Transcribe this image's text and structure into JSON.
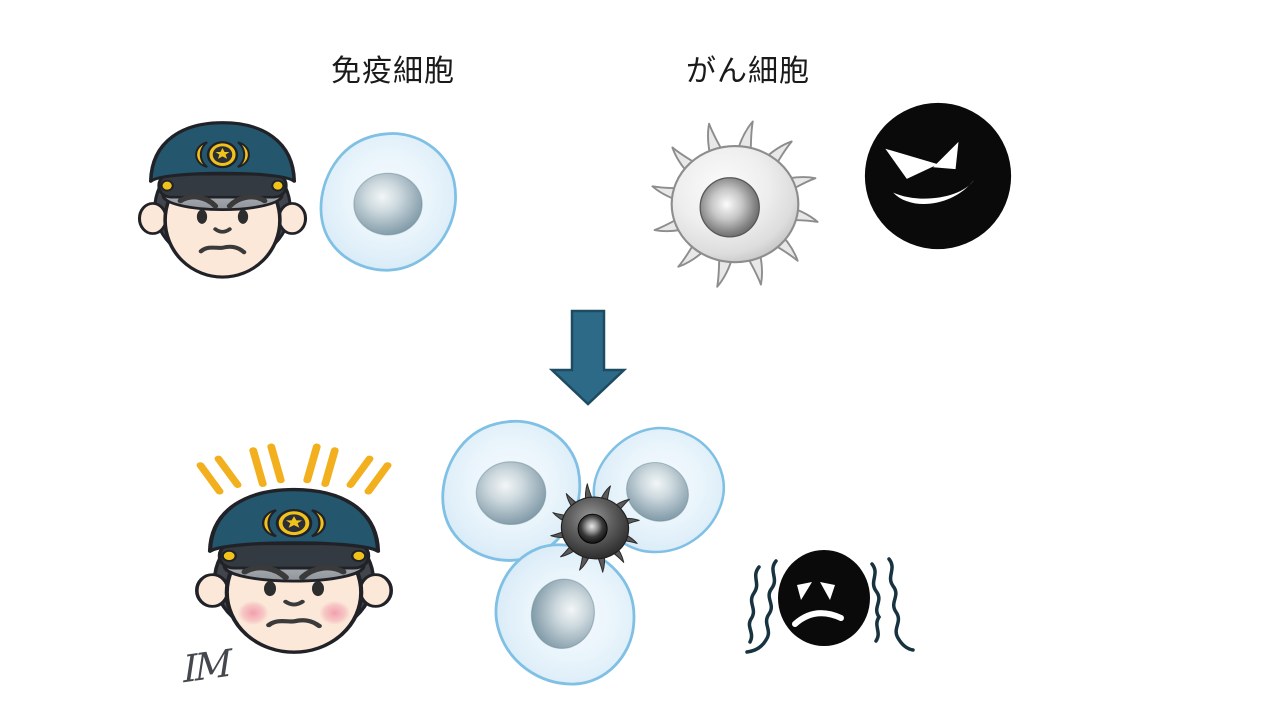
{
  "scene": {
    "top_left": {
      "label": "免疫細胞"
    },
    "top_right": {
      "label": "がん細胞"
    },
    "signature": "IM"
  },
  "icons": {
    "top_left": [
      "police-officer-face-icon",
      "immune-cell-icon"
    ],
    "top_right": [
      "spiky-cancer-cell-icon",
      "evil-black-face-icon"
    ],
    "transition": "down-arrow-icon",
    "bottom": [
      "police-officer-alert-face-icon",
      "immune-cells-surrounding-cancer-cell-icon",
      "defeated-black-face-trembling-icon"
    ]
  },
  "colors": {
    "police_cap": "#24566E",
    "cap_band": "#343A41",
    "visor": "#A7ADB2",
    "skin": "#FCE8D8",
    "hair": "#41464C",
    "badge_gold": "#F2C21C",
    "blush": "#F2A0AC",
    "alert_lines": "#F2B01E",
    "immune_cell_fill": "#E6F2FB",
    "immune_cell_border": "#7FC0E4",
    "cell_nucleus": "#8AA3B0",
    "cancer_cell_body": "#E6E6E6",
    "cancer_cell_border": "#8D8D8D",
    "dark_cancer_cell": "#3C3C3C",
    "arrow": "#2D6A88",
    "arrow_border": "#1D4B61",
    "black_face": "#0A0A0A",
    "tremble_lines": "#17333F",
    "label_text": "#1A1A1A",
    "signature_ink": "#44474D",
    "background": "#FFFFFF"
  }
}
